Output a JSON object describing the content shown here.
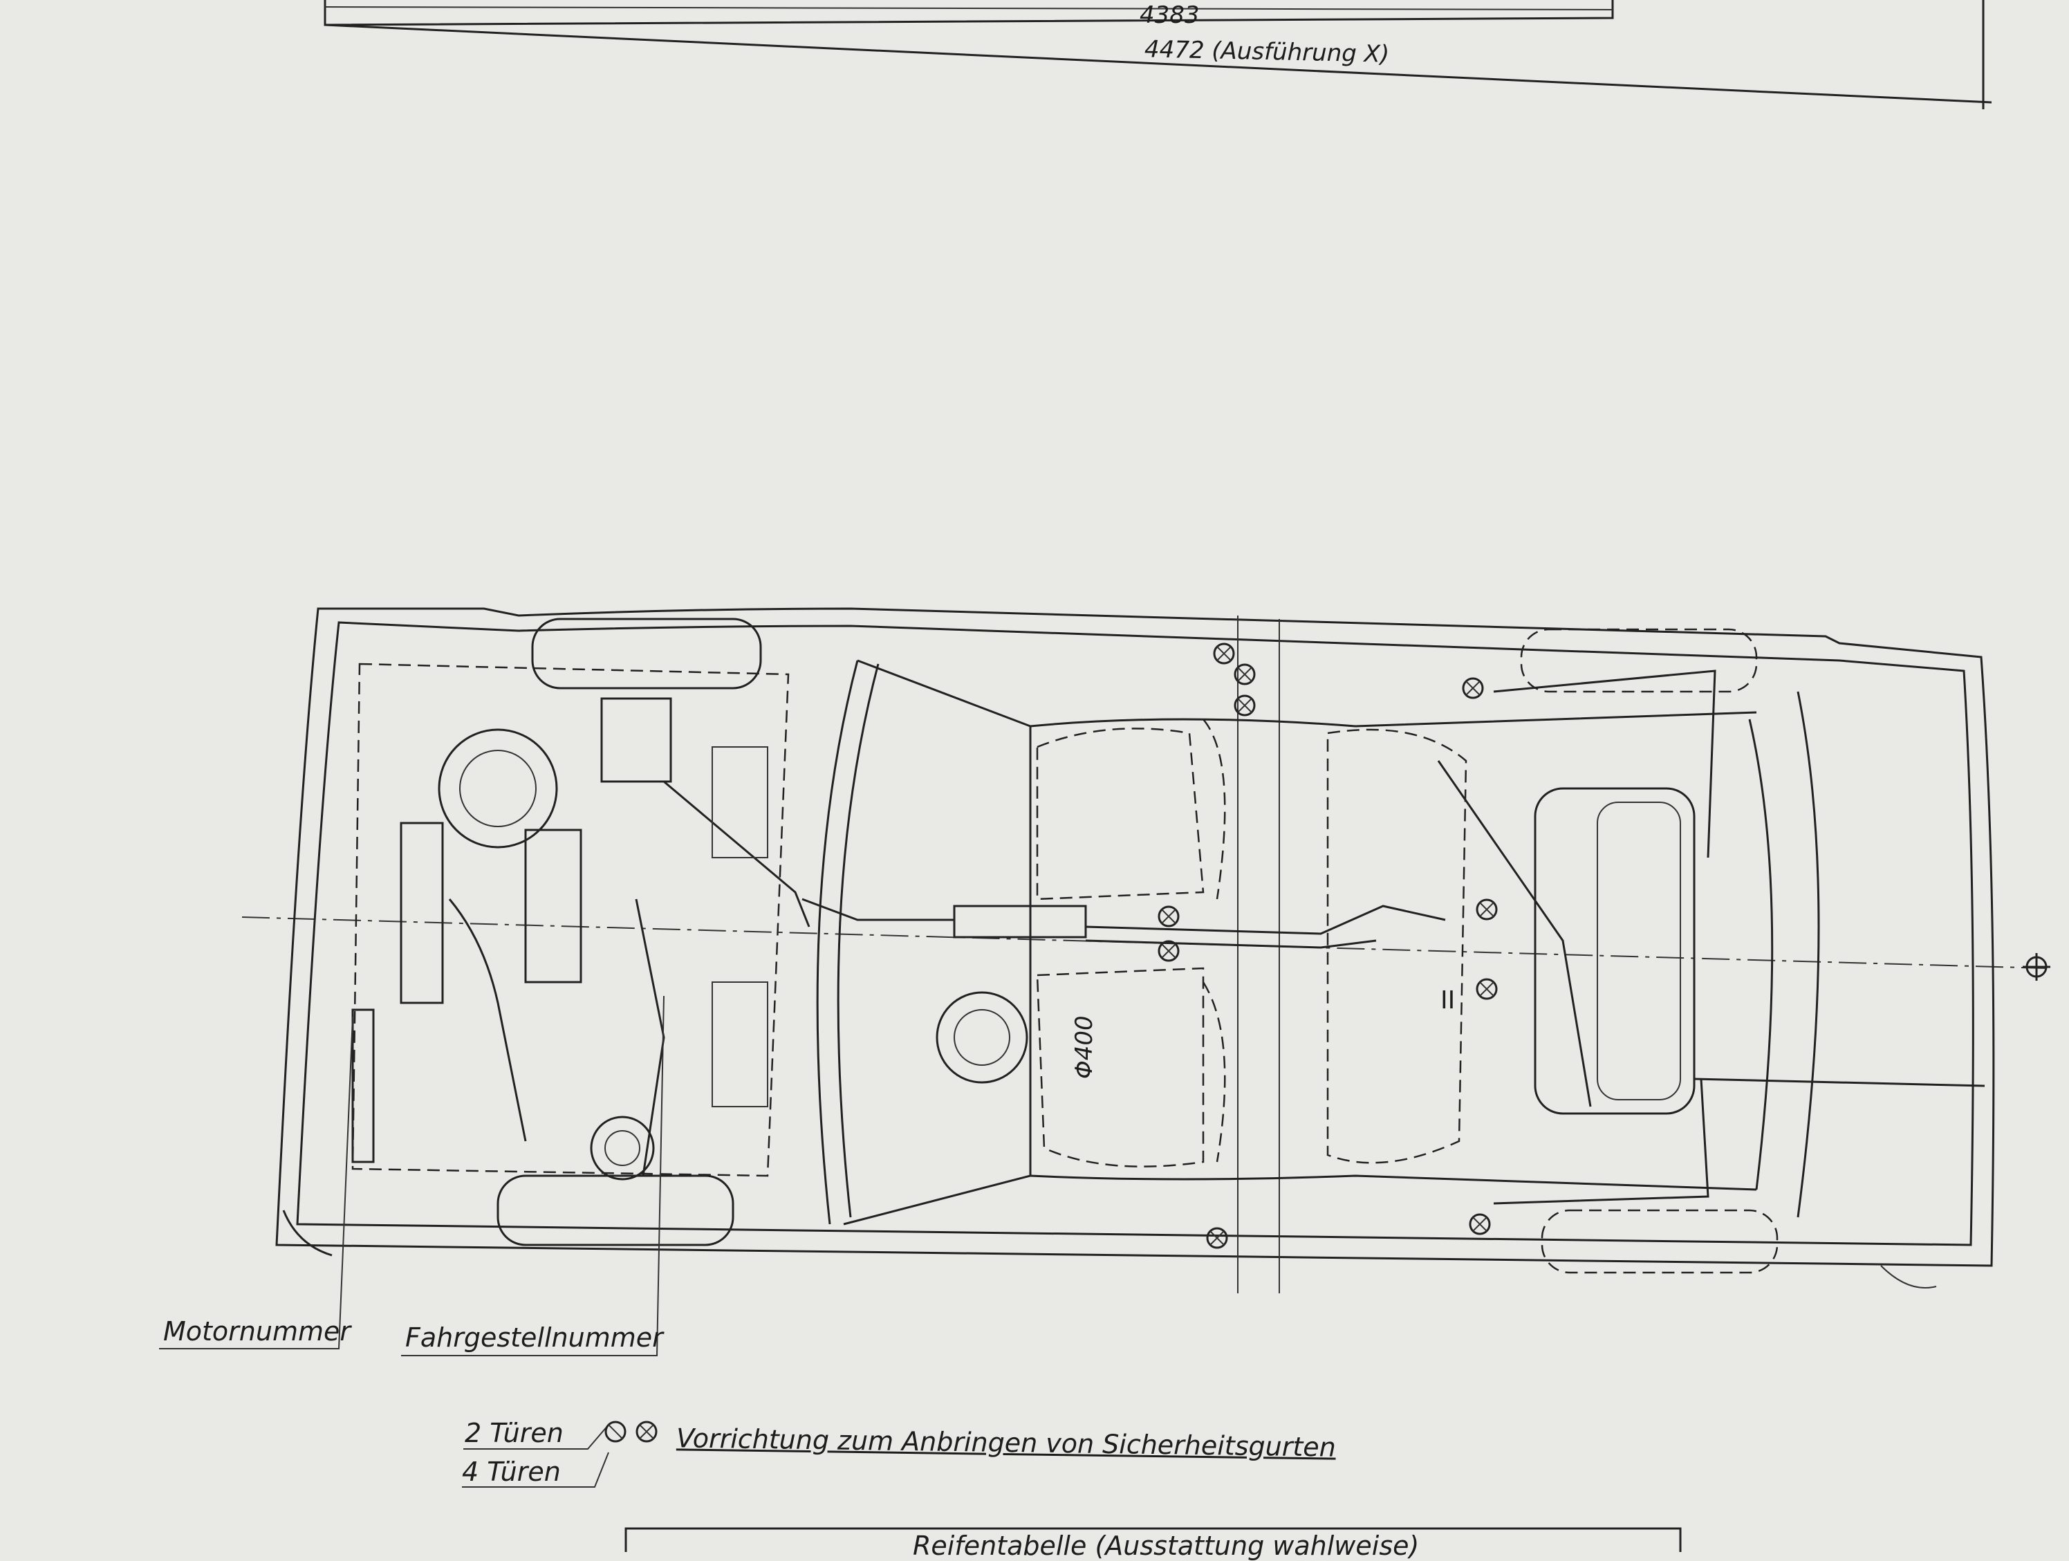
{
  "dimensions": {
    "length_1": "4383",
    "length_2": "4472 (Ausführung X)"
  },
  "labels": {
    "motor_number": "Motornummer",
    "chassis_number": "Fahrgestellnummer",
    "doors_2": "2 Türen",
    "doors_4": "4 Türen",
    "seatbelt_device": "Vorrichtung zum Anbringen von Sicherheitsgurten",
    "diameter": "Φ400",
    "roman_marker": "II",
    "tire_table": "Reifentabelle (Ausstattung wahlweise)"
  }
}
